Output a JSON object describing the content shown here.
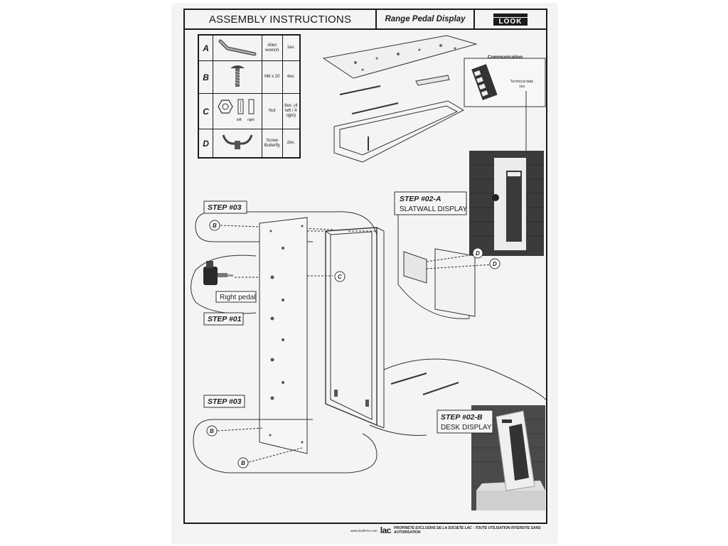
{
  "header": {
    "title": "ASSEMBLY INSTRUCTIONS",
    "subtitle": "Range Pedal Display",
    "logo_text": "LOOK"
  },
  "parts": [
    {
      "letter": "A",
      "name": "Allen wrench",
      "qty": "1ex."
    },
    {
      "letter": "B",
      "name": "M6 x 20",
      "qty": "4ex."
    },
    {
      "letter": "C",
      "name": "Nut",
      "qty": "8ex. (4 left / 4 right)",
      "left_label": "left",
      "right_label": "right"
    },
    {
      "letter": "D",
      "name": "Screw Butterfly",
      "qty": "2ex."
    }
  ],
  "communication": {
    "title": "Communication",
    "technical": "Technical data",
    "technical_qty": "1ex."
  },
  "steps": {
    "step03_top": "STEP #03",
    "step01": "STEP #01",
    "step03_bottom": "STEP #03",
    "step02a": "STEP #02-A",
    "step02a_sub": "SLATWALL DISPLAY",
    "step02b": "STEP #02-B",
    "step02b_sub": "DESK DISPLAY"
  },
  "callouts": {
    "b": "B",
    "c": "C",
    "d": "D",
    "right_pedal": "Right pedal"
  },
  "footer": {
    "url": "www.lookfrmn.com",
    "brand": "lac",
    "notice": "PROPRIETE EXCLUSIVE DE LA SOCIETE LAC - TOUTE UTILISATION INTERDITE SANS AUTORISATION"
  },
  "colors": {
    "ink": "#1b1b1b",
    "paper": "#f4f4f6",
    "photo_wall": "#3b3b3b",
    "panel_white": "#ececec"
  }
}
